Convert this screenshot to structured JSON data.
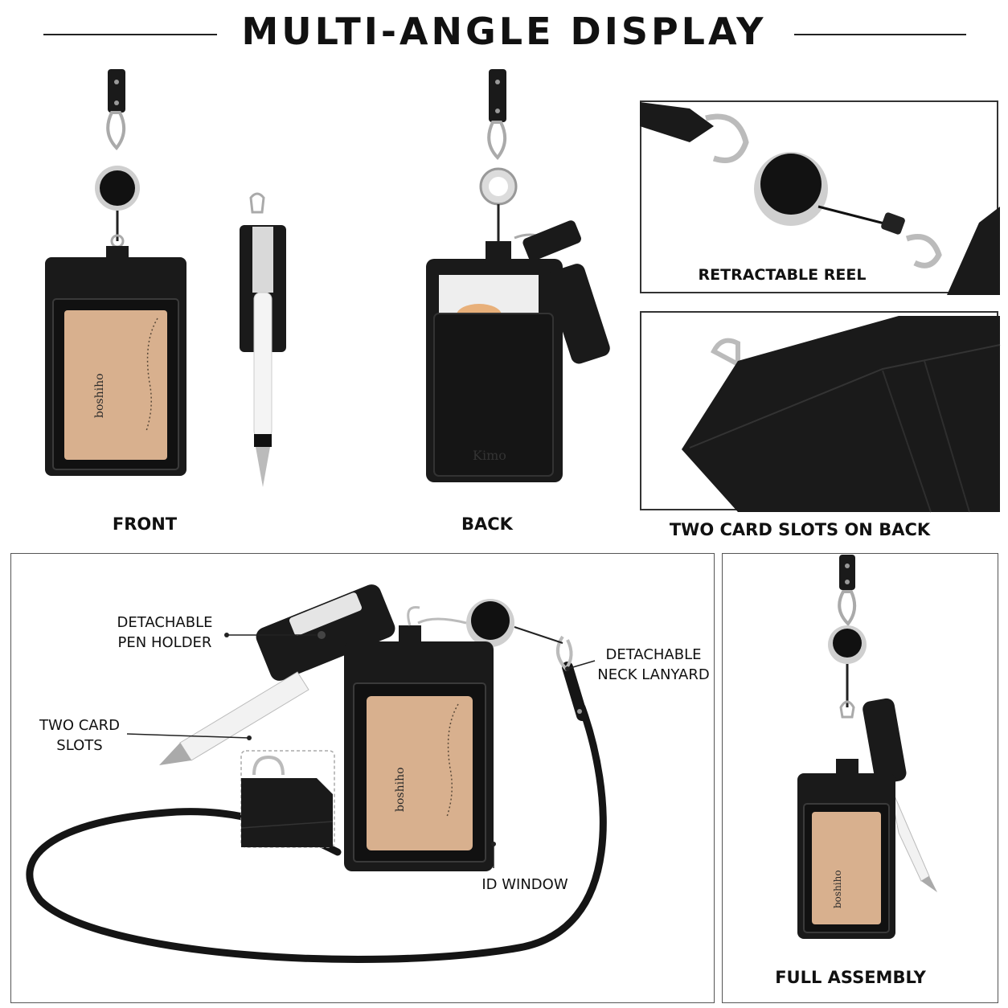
{
  "header": {
    "title": "MULTI-ANGLE DISPLAY"
  },
  "panels": {
    "front": {
      "label": "FRONT"
    },
    "back": {
      "label": "BACK"
    },
    "reel": {
      "label": "RETRACTABLE REEL"
    },
    "slots": {
      "label": "TWO CARD SLOTS ON BACK"
    },
    "assembly": {
      "label": "FULL ASSEMBLY"
    }
  },
  "callouts": {
    "pen_holder": [
      "DETACHABLE",
      "PEN HOLDER"
    ],
    "lanyard": [
      "DETACHABLE",
      "NECK LANYARD"
    ],
    "card_slots": [
      "TWO CARD",
      "SLOTS"
    ],
    "id_window": "ID WINDOW"
  },
  "card_text": {
    "brand": "boshiho",
    "back_brand": "Kimo"
  },
  "colors": {
    "leather": "#1a1a1a",
    "card": "#d8b08e",
    "frame": "#333333",
    "metal": "#c8c8c8"
  }
}
